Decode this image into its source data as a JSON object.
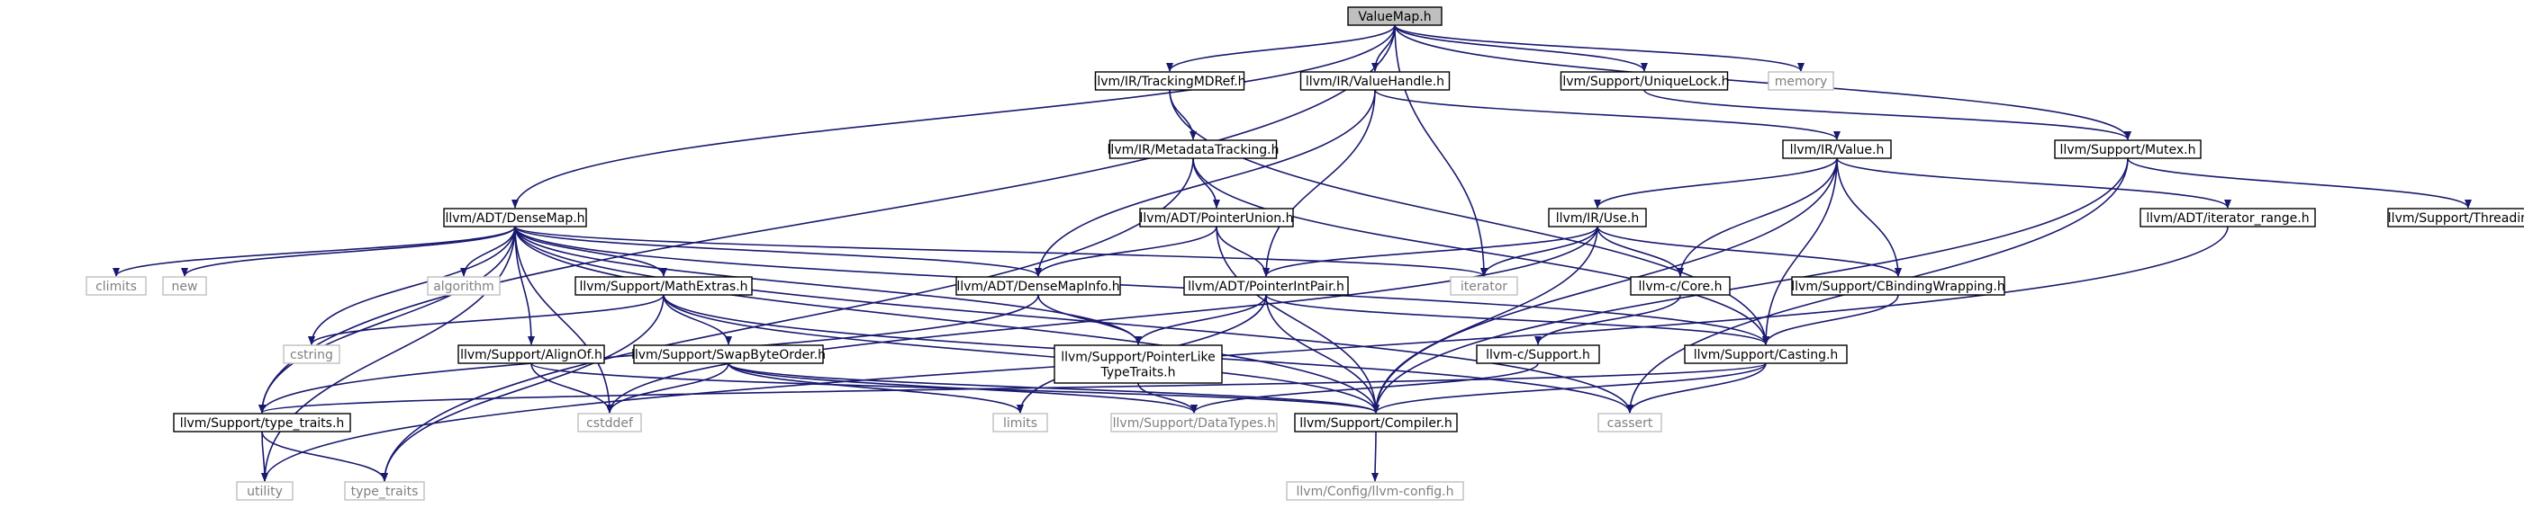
{
  "diagram": {
    "type": "include-dependency-graph",
    "colors": {
      "edge": "#191970",
      "local_border": "#000000",
      "system_border": "#bfbfbf",
      "system_text": "#808080",
      "root_fill": "#bfbfbf"
    },
    "nodes": [
      {
        "id": "valuemap",
        "label": "ValueMap.h",
        "kind": "root"
      },
      {
        "id": "tracking",
        "label": "llvm/IR/TrackingMDRef.h",
        "kind": "local"
      },
      {
        "id": "valuehandle",
        "label": "llvm/IR/ValueHandle.h",
        "kind": "local"
      },
      {
        "id": "uniquelock",
        "label": "llvm/Support/UniqueLock.h",
        "kind": "local"
      },
      {
        "id": "memory",
        "label": "memory",
        "kind": "system"
      },
      {
        "id": "mdtracking",
        "label": "llvm/IR/MetadataTracking.h",
        "kind": "local"
      },
      {
        "id": "irvalue",
        "label": "llvm/IR/Value.h",
        "kind": "local"
      },
      {
        "id": "mutex",
        "label": "llvm/Support/Mutex.h",
        "kind": "local"
      },
      {
        "id": "densemap",
        "label": "llvm/ADT/DenseMap.h",
        "kind": "local"
      },
      {
        "id": "ptrunion",
        "label": "llvm/ADT/PointerUnion.h",
        "kind": "local"
      },
      {
        "id": "irUse",
        "label": "llvm/IR/Use.h",
        "kind": "local"
      },
      {
        "id": "iterrange",
        "label": "llvm/ADT/iterator_range.h",
        "kind": "local"
      },
      {
        "id": "threading",
        "label": "llvm/Support/Threading.h",
        "kind": "local"
      },
      {
        "id": "climits",
        "label": "climits",
        "kind": "system"
      },
      {
        "id": "new",
        "label": "new",
        "kind": "system"
      },
      {
        "id": "algorithm",
        "label": "algorithm",
        "kind": "system"
      },
      {
        "id": "mathextras",
        "label": "llvm/Support/MathExtras.h",
        "kind": "local"
      },
      {
        "id": "densemapinfo",
        "label": "llvm/ADT/DenseMapInfo.h",
        "kind": "local"
      },
      {
        "id": "iterator",
        "label": "iterator",
        "kind": "system"
      },
      {
        "id": "ptrintpair",
        "label": "llvm/ADT/PointerIntPair.h",
        "kind": "local"
      },
      {
        "id": "ccore",
        "label": "llvm-c/Core.h",
        "kind": "local"
      },
      {
        "id": "cbinding",
        "label": "llvm/Support/CBindingWrapping.h",
        "kind": "local"
      },
      {
        "id": "cstring",
        "label": "cstring",
        "kind": "system"
      },
      {
        "id": "alignof",
        "label": "llvm/Support/AlignOf.h",
        "kind": "local"
      },
      {
        "id": "swapbyte",
        "label": "llvm/Support/SwapByteOrder.h",
        "kind": "local"
      },
      {
        "id": "ptrliketraits",
        "label": [
          "llvm/Support/PointerLike",
          "TypeTraits.h"
        ],
        "kind": "local"
      },
      {
        "id": "csupport",
        "label": "llvm-c/Support.h",
        "kind": "local"
      },
      {
        "id": "casting",
        "label": "llvm/Support/Casting.h",
        "kind": "local"
      },
      {
        "id": "typetraitsh",
        "label": "llvm/Support/type_traits.h",
        "kind": "local"
      },
      {
        "id": "cstddef",
        "label": "cstddef",
        "kind": "system"
      },
      {
        "id": "limits",
        "label": "limits",
        "kind": "system"
      },
      {
        "id": "datatypes",
        "label": "llvm/Support/DataTypes.h",
        "kind": "system"
      },
      {
        "id": "compiler",
        "label": "llvm/Support/Compiler.h",
        "kind": "local"
      },
      {
        "id": "cassert",
        "label": "cassert",
        "kind": "system"
      },
      {
        "id": "utility",
        "label": "utility",
        "kind": "system"
      },
      {
        "id": "stdtypetraits",
        "label": "type_traits",
        "kind": "system"
      },
      {
        "id": "llvmconfig",
        "label": "llvm/Config/llvm-config.h",
        "kind": "system"
      }
    ],
    "edges": [
      [
        "valuemap",
        "tracking"
      ],
      [
        "valuemap",
        "valuehandle"
      ],
      [
        "valuemap",
        "uniquelock"
      ],
      [
        "valuemap",
        "memory"
      ],
      [
        "valuemap",
        "mutex"
      ],
      [
        "valuemap",
        "densemap"
      ],
      [
        "valuemap",
        "iterator"
      ],
      [
        "valuemap",
        "typetraitsh"
      ],
      [
        "tracking",
        "mdtracking"
      ],
      [
        "tracking",
        "casting"
      ],
      [
        "valuehandle",
        "irvalue"
      ],
      [
        "valuehandle",
        "ptrintpair"
      ],
      [
        "valuehandle",
        "densemapinfo"
      ],
      [
        "uniquelock",
        "mutex"
      ],
      [
        "mdtracking",
        "ptrunion"
      ],
      [
        "mdtracking",
        "casting"
      ],
      [
        "mdtracking",
        "stdtypetraits"
      ],
      [
        "irvalue",
        "irUse"
      ],
      [
        "irvalue",
        "iterrange"
      ],
      [
        "irvalue",
        "ccore"
      ],
      [
        "irvalue",
        "cbinding"
      ],
      [
        "irvalue",
        "casting"
      ],
      [
        "irvalue",
        "compiler"
      ],
      [
        "mutex",
        "threading"
      ],
      [
        "mutex",
        "compiler"
      ],
      [
        "mutex",
        "cassert"
      ],
      [
        "ptrunion",
        "densemapinfo"
      ],
      [
        "ptrunion",
        "ptrintpair"
      ],
      [
        "ptrunion",
        "compiler"
      ],
      [
        "irUse",
        "ptrintpair"
      ],
      [
        "irUse",
        "ccore"
      ],
      [
        "irUse",
        "cbinding"
      ],
      [
        "irUse",
        "iterator"
      ],
      [
        "irUse",
        "compiler"
      ],
      [
        "irUse",
        "cstddef"
      ],
      [
        "iterrange",
        "utility"
      ],
      [
        "densemap",
        "climits"
      ],
      [
        "densemap",
        "new"
      ],
      [
        "densemap",
        "algorithm"
      ],
      [
        "densemap",
        "mathextras"
      ],
      [
        "densemap",
        "densemapinfo"
      ],
      [
        "densemap",
        "iterator"
      ],
      [
        "densemap",
        "ptrliketraits"
      ],
      [
        "densemap",
        "cstring"
      ],
      [
        "densemap",
        "alignof"
      ],
      [
        "densemap",
        "typetraitsh"
      ],
      [
        "densemap",
        "utility"
      ],
      [
        "densemap",
        "cstddef"
      ],
      [
        "densemap",
        "compiler"
      ],
      [
        "densemap",
        "cassert"
      ],
      [
        "densemap",
        "casting"
      ],
      [
        "mathextras",
        "cstring"
      ],
      [
        "mathextras",
        "swapbyte"
      ],
      [
        "mathextras",
        "compiler"
      ],
      [
        "mathextras",
        "stdtypetraits"
      ],
      [
        "mathextras",
        "cassert"
      ],
      [
        "densemapinfo",
        "ptrliketraits"
      ],
      [
        "densemapinfo",
        "typetraitsh"
      ],
      [
        "ptrintpair",
        "ptrliketraits"
      ],
      [
        "ptrintpair",
        "casting"
      ],
      [
        "ptrintpair",
        "compiler"
      ],
      [
        "ptrintpair",
        "limits"
      ],
      [
        "ccore",
        "csupport"
      ],
      [
        "cbinding",
        "casting"
      ],
      [
        "alignof",
        "cstddef"
      ],
      [
        "alignof",
        "compiler"
      ],
      [
        "swapbyte",
        "cstddef"
      ],
      [
        "swapbyte",
        "limits"
      ],
      [
        "swapbyte",
        "datatypes"
      ],
      [
        "swapbyte",
        "compiler"
      ],
      [
        "ptrliketraits",
        "datatypes"
      ],
      [
        "csupport",
        "datatypes"
      ],
      [
        "casting",
        "typetraitsh"
      ],
      [
        "casting",
        "compiler"
      ],
      [
        "casting",
        "cassert"
      ],
      [
        "typetraitsh",
        "utility"
      ],
      [
        "typetraitsh",
        "stdtypetraits"
      ],
      [
        "compiler",
        "llvmconfig"
      ]
    ]
  }
}
